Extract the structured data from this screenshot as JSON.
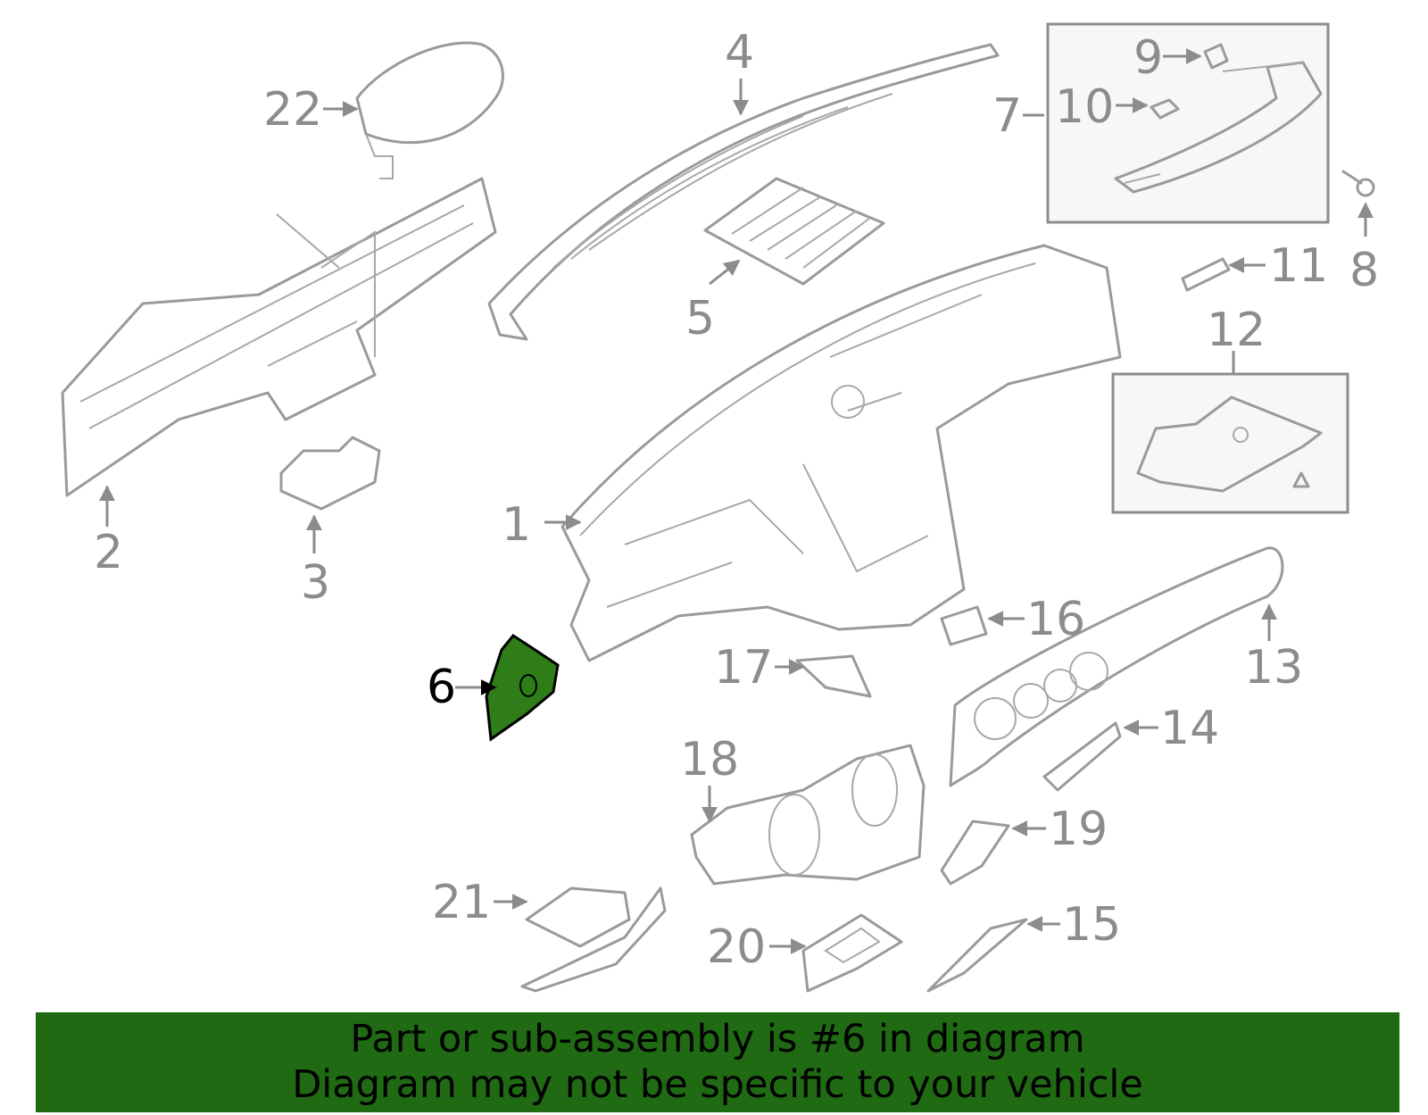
{
  "diagram": {
    "highlight_color": "#2e7d18",
    "callouts": [
      {
        "id": "1",
        "label": "1"
      },
      {
        "id": "2",
        "label": "2"
      },
      {
        "id": "3",
        "label": "3"
      },
      {
        "id": "4",
        "label": "4"
      },
      {
        "id": "5",
        "label": "5"
      },
      {
        "id": "6",
        "label": "6"
      },
      {
        "id": "7",
        "label": "7"
      },
      {
        "id": "8",
        "label": "8"
      },
      {
        "id": "9",
        "label": "9"
      },
      {
        "id": "10",
        "label": "10"
      },
      {
        "id": "11",
        "label": "11"
      },
      {
        "id": "12",
        "label": "12"
      },
      {
        "id": "13",
        "label": "13"
      },
      {
        "id": "14",
        "label": "14"
      },
      {
        "id": "15",
        "label": "15"
      },
      {
        "id": "16",
        "label": "16"
      },
      {
        "id": "17",
        "label": "17"
      },
      {
        "id": "18",
        "label": "18"
      },
      {
        "id": "19",
        "label": "19"
      },
      {
        "id": "20",
        "label": "20"
      },
      {
        "id": "21",
        "label": "21"
      },
      {
        "id": "22",
        "label": "22"
      }
    ]
  },
  "banner": {
    "line1": "Part or sub-assembly is #6 in diagram",
    "line2": "Diagram may not be specific to your vehicle",
    "background": "#1f6a12"
  }
}
